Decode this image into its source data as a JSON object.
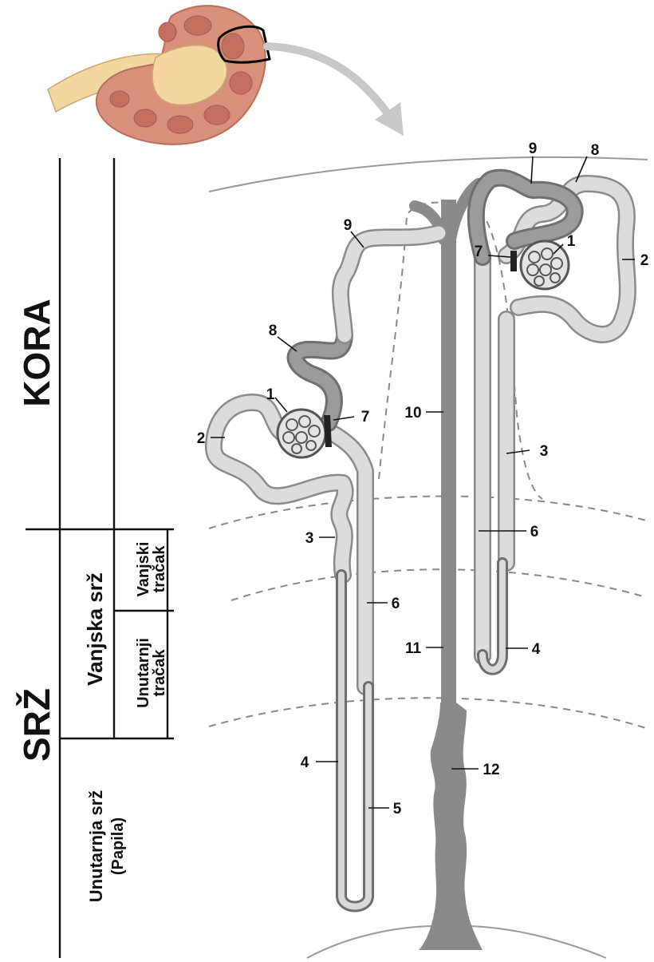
{
  "zones": {
    "cortex": "KORA",
    "medulla": "SRŽ",
    "outer_medulla": "Vanjska  srž",
    "outer_stripe_line1": "Vanjski",
    "outer_stripe_line2": "tračak",
    "inner_stripe_line1": "Unutarnji",
    "inner_stripe_line2": "tračak",
    "inner_medulla_line1": "Unutarnja srž",
    "inner_medulla_line2": "(Papila)"
  },
  "markers": {
    "n1": "1",
    "n2": "2",
    "n3": "3",
    "n4": "4",
    "n5": "5",
    "n6": "6",
    "n7": "7",
    "n8": "8",
    "n9": "9",
    "n10": "10",
    "n11": "11",
    "n12": "12"
  },
  "colors": {
    "tubule_light": "#dcdcdc",
    "tubule_dark": "#8c8c8c",
    "kidney_tissue": "#d9907a",
    "pelvis": "#f3d6a0"
  }
}
